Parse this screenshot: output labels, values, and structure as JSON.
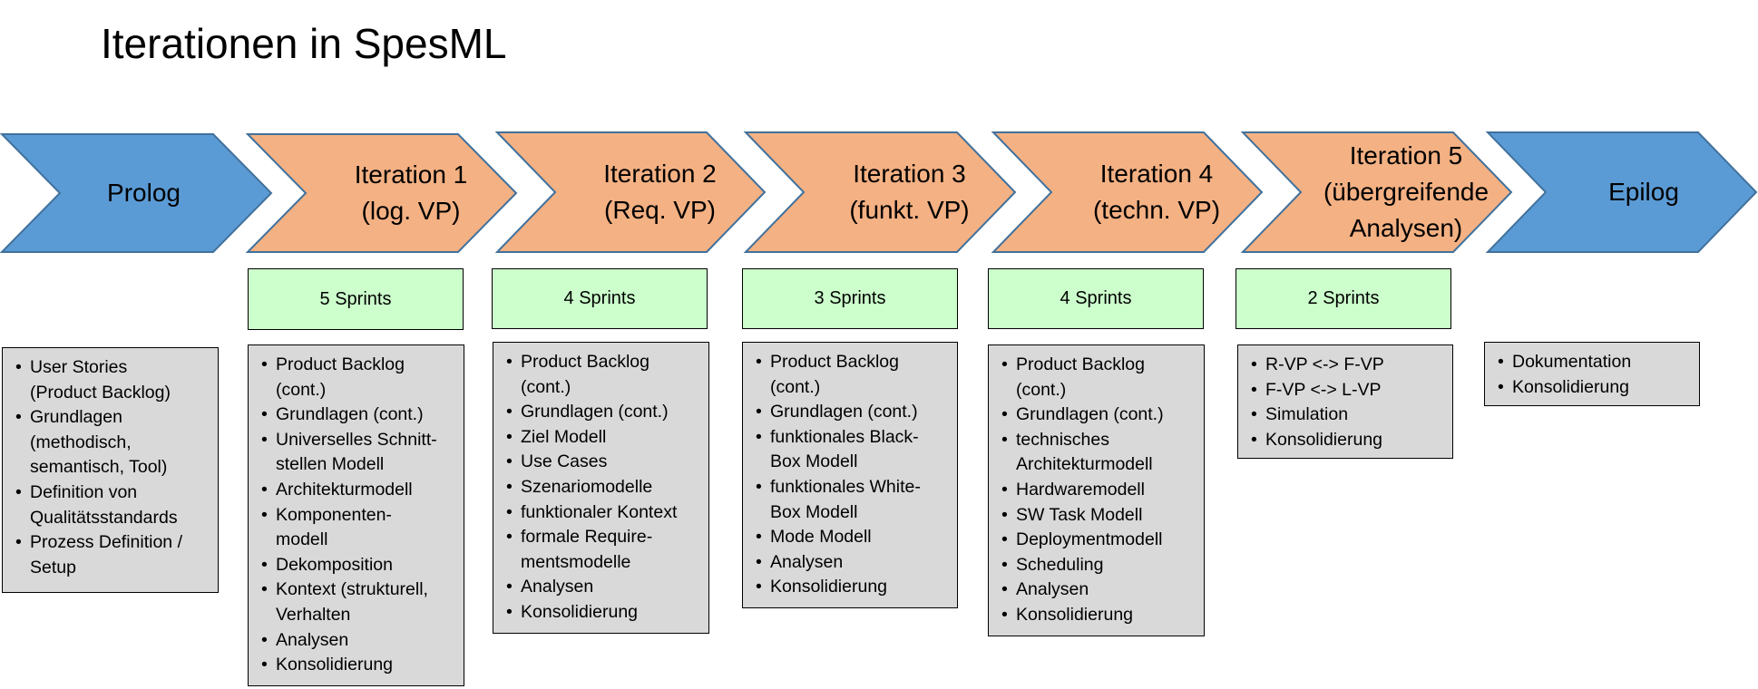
{
  "title": "Iterationen in SpesML",
  "colors": {
    "blue": "#5b9bd5",
    "orange": "#f4b183",
    "green": "#ccffcc",
    "gray": "#d9d9d9"
  },
  "phases": [
    {
      "label": "Prolog",
      "color": "blue",
      "sprints": "",
      "items": [
        "User Stories\n(Product Backlog)",
        "Grundlagen\n(methodisch,\nsemantisch, Tool)",
        "Definition von\nQualitätsstandards",
        "Prozess Definition /\nSetup"
      ]
    },
    {
      "label": "Iteration 1\n(log. VP)",
      "color": "orange",
      "sprints": "5 Sprints",
      "items": [
        "Product Backlog\n(cont.)",
        " Grundlagen (cont.)",
        "Universelles Schnitt-\nstellen Modell",
        "Architekturmodell",
        "Komponenten-\nmodell",
        "Dekomposition",
        "Kontext (strukturell,\nVerhalten",
        "Analysen",
        "Konsolidierung"
      ]
    },
    {
      "label": "Iteration 2\n(Req. VP)",
      "color": "orange",
      "sprints": "4 Sprints",
      "items": [
        "Product Backlog\n(cont.)",
        "Grundlagen (cont.)",
        "Ziel Modell",
        "Use Cases",
        "Szenariomodelle",
        "funktionaler Kontext",
        "formale Require-\nmentsmodelle",
        "Analysen",
        "Konsolidierung"
      ]
    },
    {
      "label": "Iteration 3\n(funkt. VP)",
      "color": "orange",
      "sprints": "3 Sprints",
      "items": [
        "Product Backlog\n(cont.)",
        "Grundlagen (cont.)",
        "funktionales Black-\nBox Modell",
        "funktionales White-\nBox Modell",
        "Mode Modell",
        "Analysen",
        "Konsolidierung"
      ]
    },
    {
      "label": "Iteration 4\n(techn. VP)",
      "color": "orange",
      "sprints": "4 Sprints",
      "items": [
        "Product Backlog\n(cont.)",
        "Grundlagen (cont.)",
        "technisches\nArchitekturmodell",
        "Hardwaremodell",
        "SW Task Modell",
        "Deploymentmodell",
        "Scheduling",
        "Analysen",
        "Konsolidierung"
      ]
    },
    {
      "label": "Iteration 5\n(übergreifende\nAnalysen)",
      "color": "orange",
      "sprints": "2 Sprints",
      "items": [
        "R-VP <-> F-VP",
        "F-VP <-> L-VP",
        "Simulation",
        "Konsolidierung"
      ]
    },
    {
      "label": "Epilog",
      "color": "blue",
      "sprints": "",
      "items": [
        "Dokumentation",
        "Konsolidierung"
      ]
    }
  ]
}
